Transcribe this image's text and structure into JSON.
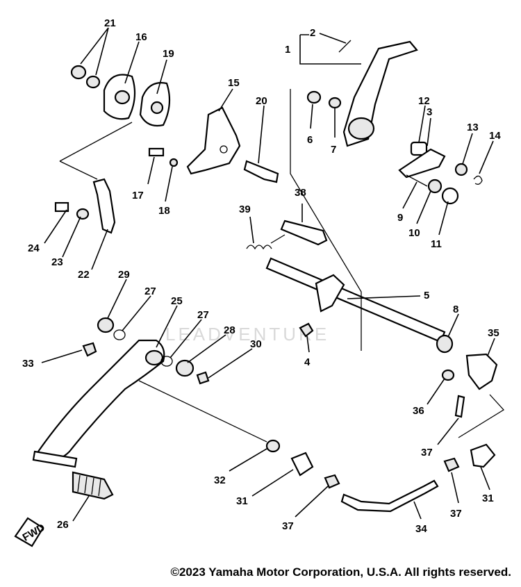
{
  "watermark": "LEADVENTURE",
  "fwd_mark": "FWD",
  "copyright": "©2023 Yamaha Motor Corporation, U.S.A. All rights reserved.",
  "callouts": [
    {
      "id": "c1",
      "label": "1"
    },
    {
      "id": "c2",
      "label": "2"
    },
    {
      "id": "c3",
      "label": "3"
    },
    {
      "id": "c4",
      "label": "4"
    },
    {
      "id": "c5",
      "label": "5"
    },
    {
      "id": "c6",
      "label": "6"
    },
    {
      "id": "c7",
      "label": "7"
    },
    {
      "id": "c8",
      "label": "8"
    },
    {
      "id": "c9",
      "label": "9"
    },
    {
      "id": "c10",
      "label": "10"
    },
    {
      "id": "c11",
      "label": "11"
    },
    {
      "id": "c12",
      "label": "12"
    },
    {
      "id": "c13",
      "label": "13"
    },
    {
      "id": "c14",
      "label": "14"
    },
    {
      "id": "c15",
      "label": "15"
    },
    {
      "id": "c16",
      "label": "16"
    },
    {
      "id": "c17",
      "label": "17"
    },
    {
      "id": "c18",
      "label": "18"
    },
    {
      "id": "c19",
      "label": "19"
    },
    {
      "id": "c20",
      "label": "20"
    },
    {
      "id": "c21",
      "label": "21"
    },
    {
      "id": "c22",
      "label": "22"
    },
    {
      "id": "c23",
      "label": "23"
    },
    {
      "id": "c24",
      "label": "24"
    },
    {
      "id": "c25",
      "label": "25"
    },
    {
      "id": "c26",
      "label": "26"
    },
    {
      "id": "c27a",
      "label": "27"
    },
    {
      "id": "c27b",
      "label": "27"
    },
    {
      "id": "c28",
      "label": "28"
    },
    {
      "id": "c29",
      "label": "29"
    },
    {
      "id": "c30",
      "label": "30"
    },
    {
      "id": "c31a",
      "label": "31"
    },
    {
      "id": "c31b",
      "label": "31"
    },
    {
      "id": "c32",
      "label": "32"
    },
    {
      "id": "c33",
      "label": "33"
    },
    {
      "id": "c34",
      "label": "34"
    },
    {
      "id": "c35a",
      "label": "35"
    },
    {
      "id": "c35b",
      "label": "35"
    },
    {
      "id": "c36",
      "label": "36"
    },
    {
      "id": "c37a",
      "label": "37"
    },
    {
      "id": "c37b",
      "label": "37"
    },
    {
      "id": "c38",
      "label": "38"
    },
    {
      "id": "c39",
      "label": "39"
    }
  ]
}
